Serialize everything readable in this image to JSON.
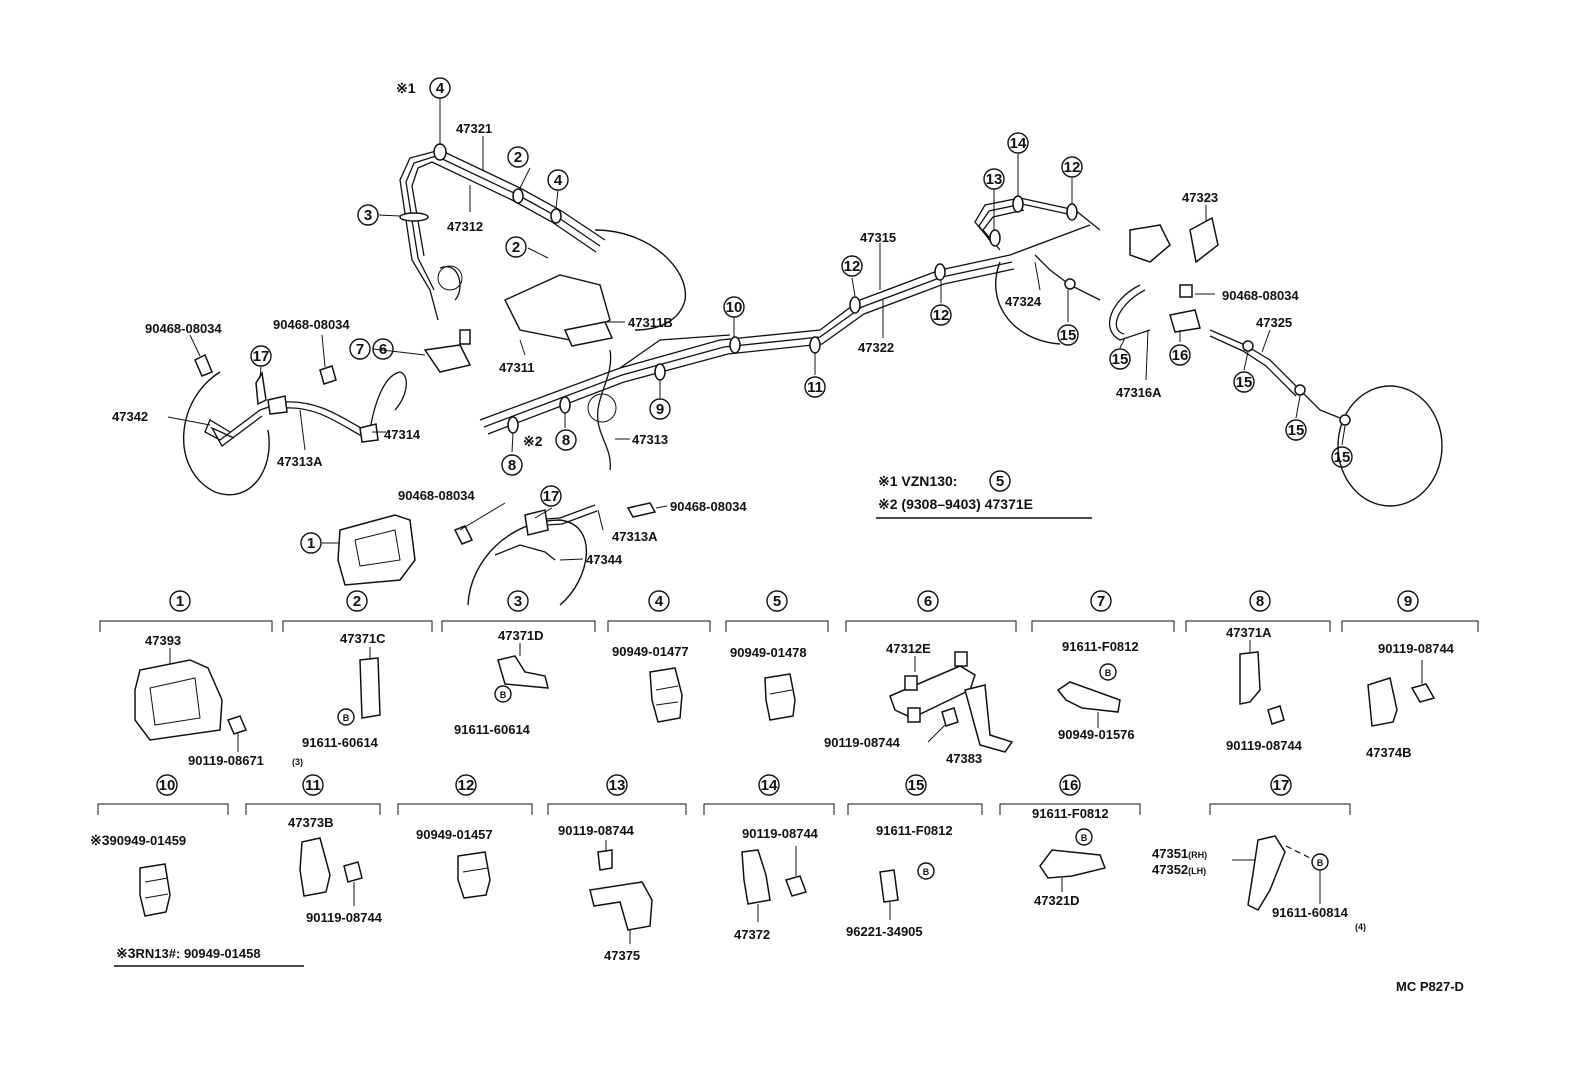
{
  "diagram": {
    "parts": {
      "p47321": "47321",
      "p47312": "47312",
      "p47311B": "47311B",
      "p47311": "47311",
      "p47315": "47315",
      "p47322": "47322",
      "p47323": "47323",
      "p47324": "47324",
      "p47325": "47325",
      "p47316A": "47316A",
      "p47342": "47342",
      "p47313A_left": "47313A",
      "p47314": "47314",
      "p47313": "47313",
      "p47313A_mid": "47313A",
      "p47344": "47344",
      "p90468_tl1": "90468-08034",
      "p90468_tl2": "90468-08034",
      "p90468_mid1": "90468-08034",
      "p90468_mid2": "90468-08034",
      "p90468_right": "90468-08034"
    },
    "notes": {
      "n1_prefix": "※1",
      "n1_text": "VZN130:",
      "n1_circle": "5",
      "n2_prefix": "※2",
      "n2_text": "(9308–9403) 47371E",
      "n3_prefix": "※3",
      "n3_text": "RN13#: 90949-01458",
      "top_mark": "※1",
      "mid_mark": "※2"
    },
    "callouts": {
      "c1": "1",
      "c2": "2",
      "c3": "3",
      "c4": "4",
      "c6": "6",
      "c7": "7",
      "c8": "8",
      "c9": "9",
      "c10": "10",
      "c11": "11",
      "c12": "12",
      "c13": "13",
      "c14": "14",
      "c15": "15",
      "c16": "16",
      "c17": "17"
    },
    "details": {
      "d1": {
        "num": "1",
        "a": "47393",
        "b": "90119-08671",
        "qty": "(3)"
      },
      "d2": {
        "num": "2",
        "a": "47371C",
        "b": "91611-60614",
        "mark": "B"
      },
      "d3": {
        "num": "3",
        "a": "47371D",
        "b": "91611-60614",
        "mark": "B"
      },
      "d4": {
        "num": "4",
        "a": "90949-01477"
      },
      "d5": {
        "num": "5",
        "a": "90949-01478"
      },
      "d6": {
        "num": "6",
        "a": "47312E",
        "b": "90119-08744",
        "c": "47383"
      },
      "d7": {
        "num": "7",
        "a": "91611-F0812",
        "b": "90949-01576",
        "mark": "B"
      },
      "d8": {
        "num": "8",
        "a": "47371A",
        "b": "90119-08744"
      },
      "d9": {
        "num": "9",
        "a": "90119-08744",
        "b": "47374B"
      },
      "d10": {
        "num": "10",
        "prefix": "※3",
        "a": "90949-01459"
      },
      "d11": {
        "num": "11",
        "a": "47373B",
        "b": "90119-08744"
      },
      "d12": {
        "num": "12",
        "a": "90949-01457"
      },
      "d13": {
        "num": "13",
        "a": "90119-08744",
        "b": "47375"
      },
      "d14": {
        "num": "14",
        "a": "90119-08744",
        "b": "47372"
      },
      "d15": {
        "num": "15",
        "a": "91611-F0812",
        "b": "96221-34905",
        "mark": "B"
      },
      "d16": {
        "num": "16",
        "a": "91611-F0812",
        "b": "47321D",
        "mark": "B"
      },
      "d17": {
        "num": "17",
        "a": "47351",
        "a_sfx": "(RH)",
        "b": "47352",
        "b_sfx": "(LH)",
        "c": "91611-60814",
        "qty": "(4)",
        "mark": "B"
      }
    },
    "code": "MC  P827-D"
  }
}
